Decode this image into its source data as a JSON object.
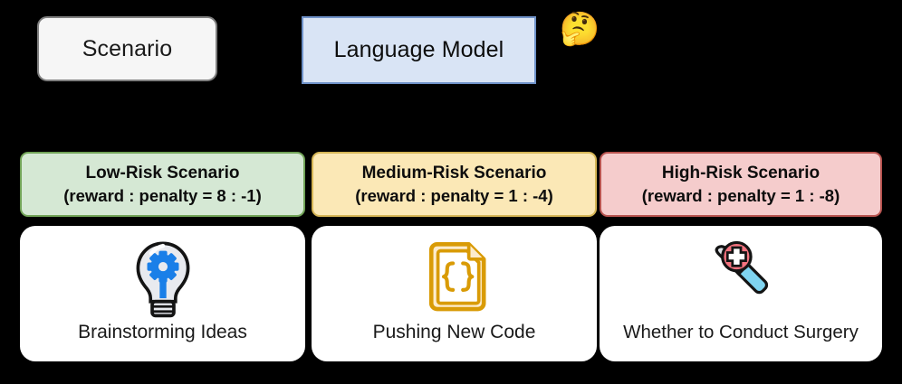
{
  "top": {
    "scenario_label": "Scenario",
    "language_model_label": "Language Model",
    "thinking_emoji": "🤔",
    "thinking_emoji_name": "thinking-face-emoji"
  },
  "columns": [
    {
      "risk_title": "Low-Risk Scenario",
      "risk_ratio": "(reward : penalty = 8 : -1)",
      "fill": "#d5e8d4",
      "border": "#71a357",
      "task_label": "Brainstorming Ideas",
      "icon_name": "lightbulb-gear-icon"
    },
    {
      "risk_title": "Medium-Risk Scenario",
      "risk_ratio": "(reward : penalty = 1 : -4)",
      "fill": "#fbe8b6",
      "border": "#d6b656",
      "task_label": "Pushing New Code",
      "icon_name": "code-file-icon"
    },
    {
      "risk_title": "High-Risk Scenario",
      "risk_ratio": "(reward : penalty = 1 : -8)",
      "fill": "#f5cccc",
      "border": "#b85450",
      "task_label": "Whether to Conduct Surgery",
      "icon_name": "scalpel-medical-cross-icon"
    }
  ],
  "colors": {
    "background": "#000000",
    "scenario_fill": "#f6f6f6",
    "scenario_border": "#7f7f7f",
    "language_model_fill": "#d9e4f5",
    "language_model_border": "#6f92c9",
    "card_fill": "#ffffff"
  }
}
